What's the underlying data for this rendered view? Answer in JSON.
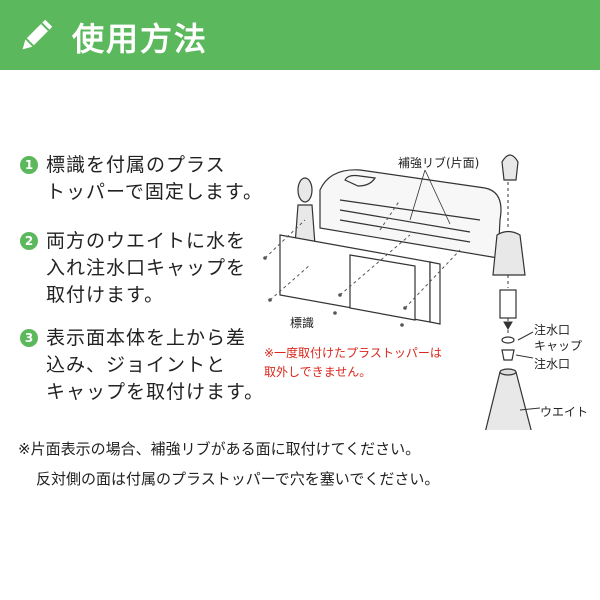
{
  "header": {
    "title": "使用方法",
    "icon": "pencil-icon",
    "background_color": "#5cb85c"
  },
  "steps": [
    {
      "number": "1",
      "text": "標識を付属のプラス\nトッパーで固定します。"
    },
    {
      "number": "2",
      "text": "両方のウエイトに水を\n入れ注水口キャップを\n取付けます。"
    },
    {
      "number": "3",
      "text": "表示面本体を上から差\n込み、ジョイントと\nキャップを取付けます。"
    }
  ],
  "diagram": {
    "label_rib": "補強リブ(片面)",
    "label_sign": "標識",
    "label_inlet_cap_1": "注水口",
    "label_inlet_cap_2": "キャップ",
    "label_inlet": "注水口",
    "label_weight": "ウエイト"
  },
  "warning": "※一度取付けたプラストッパーは\n取外しできません。",
  "warning_color": "#d9261c",
  "notes": [
    "※片面表示の場合、補強リブがある面に取付けてください。",
    "反対側の面は付属のプラストッパーで穴を塞いでください。"
  ]
}
